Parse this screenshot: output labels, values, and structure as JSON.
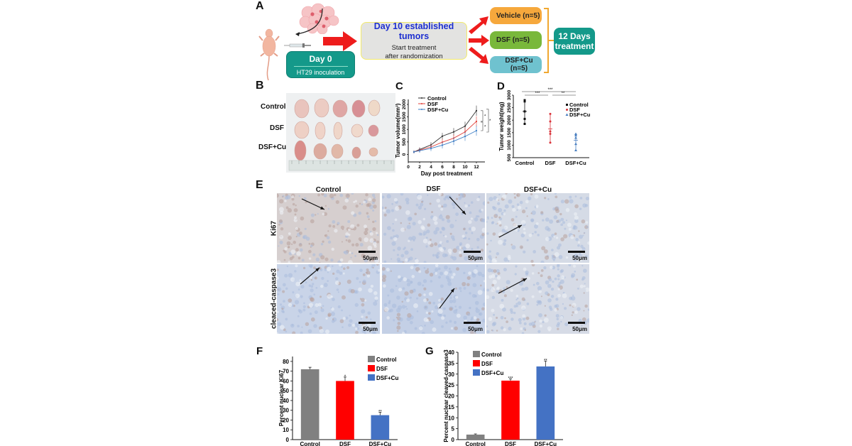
{
  "figure": {
    "panels": [
      "A",
      "B",
      "C",
      "D",
      "E",
      "F",
      "G"
    ]
  },
  "panel_a": {
    "letter": "A",
    "day0_title": "Day 0",
    "day0_sub": "HT29 inoculation",
    "day10_title": "Day 10 established tumors",
    "day10_line1": "Start treatment",
    "day10_line2": "after randomization",
    "groups": [
      "Vehicle (n=5)",
      "DSF (n=5)",
      "DSF+Cu (n=5)"
    ],
    "treatment_line1": "12 Days",
    "treatment_line2": "treatment",
    "colors": {
      "day0": "#14998a",
      "day10_title": "#1d2fd0",
      "vehicle": "#f6a83c",
      "dsf": "#79b83b",
      "dsfcu": "#6fc2cf",
      "arrow": "#ee1c1c",
      "bracket": "#f0a830"
    }
  },
  "panel_b": {
    "letter": "B",
    "row_labels": [
      "Control",
      "DSF",
      "DSF+Cu"
    ]
  },
  "panel_e": {
    "letter": "E",
    "columns": [
      "Control",
      "DSF",
      "DSF+Cu"
    ],
    "rows": [
      "Ki67",
      "cleaced-caspase3"
    ],
    "scale_bar": "50μm"
  },
  "chart_data": [
    {
      "panel": "C",
      "type": "line",
      "title": "",
      "xlabel": "Day post treatment",
      "ylabel": "Tumor volume(mm³)",
      "x": [
        1,
        2,
        4,
        6,
        8,
        10,
        12
      ],
      "xticks": [
        0,
        2,
        4,
        6,
        8,
        10,
        12
      ],
      "yticks": [
        0,
        500,
        1000,
        1500,
        2000
      ],
      "xlim": [
        0,
        13.5
      ],
      "ylim": [
        -300,
        2200
      ],
      "series": [
        {
          "name": "Control",
          "color": "#333333",
          "values": [
            100,
            200,
            380,
            730,
            900,
            1130,
            1750
          ]
        },
        {
          "name": "DSF",
          "color": "#e0403a",
          "values": [
            100,
            170,
            300,
            490,
            650,
            900,
            1320
          ]
        },
        {
          "name": "DSF+Cu",
          "color": "#3d7fc6",
          "values": [
            100,
            150,
            240,
            370,
            530,
            720,
            950
          ]
        }
      ],
      "annotations": [
        "*",
        "*",
        "*"
      ],
      "legend_position": "top-left"
    },
    {
      "panel": "D",
      "type": "scatter",
      "xlabel": "",
      "ylabel": "Tumor weight(mg)",
      "categories": [
        "Control",
        "DSF",
        "DSF+Cu"
      ],
      "yticks": [
        500,
        1000,
        1500,
        2000,
        2500,
        3000
      ],
      "ylim": [
        500,
        3000
      ],
      "series": [
        {
          "name": "Control",
          "color": "#111111",
          "marker": "square",
          "values": [
            2800,
            2750,
            2350,
            2050,
            1850
          ]
        },
        {
          "name": "DSF",
          "color": "#d9333a",
          "marker": "circle",
          "values": [
            2250,
            1950,
            1550,
            1450,
            1100
          ]
        },
        {
          "name": "DSF+Cu",
          "color": "#4a7fc1",
          "marker": "triangle",
          "values": [
            1450,
            1400,
            1300,
            1050,
            800
          ]
        }
      ],
      "means": [
        2350,
        1650,
        1200
      ],
      "significance": [
        {
          "from": "Control",
          "to": "DSF",
          "label": "***"
        },
        {
          "from": "DSF",
          "to": "DSF+Cu",
          "label": "**"
        },
        {
          "from": "Control",
          "to": "DSF+Cu",
          "label": "***"
        }
      ],
      "legend_position": "top-right"
    },
    {
      "panel": "F",
      "type": "bar",
      "xlabel": "",
      "ylabel": "Percent nuclear Ki67",
      "categories": [
        "Control",
        "DSF",
        "DSF+Cu"
      ],
      "values": [
        72,
        60,
        25
      ],
      "errors": [
        2,
        4,
        3
      ],
      "colors": [
        "#808080",
        "#ff0000",
        "#4472c4"
      ],
      "annotations": [
        "",
        "*",
        "**"
      ],
      "yticks": [
        0,
        10,
        20,
        30,
        40,
        50,
        60,
        70,
        80
      ],
      "ylim": [
        0,
        85
      ],
      "legend": [
        "Control",
        "DSF",
        "DSF+Cu"
      ],
      "legend_position": "top-right"
    },
    {
      "panel": "G",
      "type": "bar",
      "xlabel": "",
      "ylabel": "Percent nuclear cleaved-caspase3",
      "categories": [
        "Control",
        "DSF",
        "DSF+Cu"
      ],
      "values": [
        2.3,
        27,
        33.5
      ],
      "errors": [
        0.3,
        0.8,
        2.5
      ],
      "colors": [
        "#808080",
        "#ff0000",
        "#4472c4"
      ],
      "annotations": [
        "",
        "***",
        "**"
      ],
      "yticks": [
        0,
        5,
        10,
        15,
        20,
        25,
        30,
        35,
        40
      ],
      "ylim": [
        0,
        40
      ],
      "legend": [
        "Control",
        "DSF",
        "DSF+Cu"
      ],
      "legend_position": "top-left"
    }
  ]
}
